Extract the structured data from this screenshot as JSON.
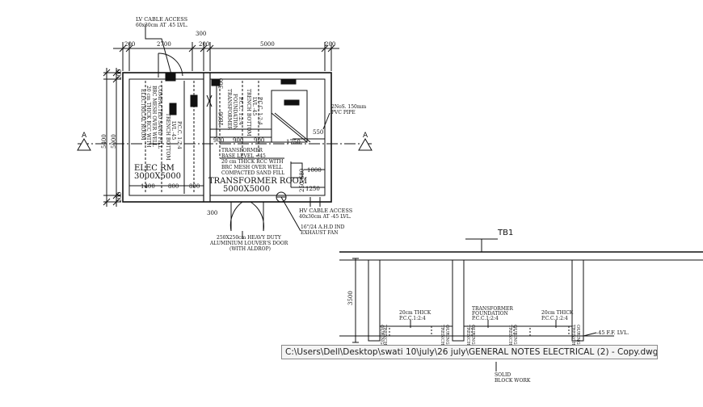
{
  "labels": {
    "lv_access": "LV CABLE ACCESS",
    "lv_access_size": "60x30cm AT .45 LVL.",
    "elec_rm": "ELEC RM",
    "elec_size": "3000X5000",
    "trans_room": "TRANSFORMER ROOM",
    "trans_size": "5000X5000",
    "hv_access": "HV CABLE ACCESS",
    "hv_access_size": "40x30cm AT -45 LVL.",
    "fan_l1": "16\"/24 A.H.D IND",
    "fan_l2": "EXHAUST FAN",
    "door_l1": "250X250cm HEAVY DUTY",
    "door_l2": "ALUMINIUM LOUVER'S DOOR",
    "door_l3": "(WITH ALDROP)",
    "pipe_l1": "2NoS. 150mm",
    "pipe_l2": "PVC PIPE",
    "tbase_l1": "TRANSFORMER",
    "tbase_l2": "BASE LEVEL =45",
    "tbase_l3": "20 cm THICK RCC WITH",
    "tbase_l4": "BRC MESH OVER WELL",
    "tbase_l5": "COMPACTED SAND FILL",
    "elec_floor": [
      "ELECTRICAL ROOM",
      "20 cm THICK RCC WITH",
      "BRC MESH OVER WELL",
      "COMPACTED SAND FILL"
    ],
    "trench_elec": [
      "TRENCH BOTTOM",
      "LVL -45",
      "P.C.C. 1:2:4"
    ],
    "trans_found": [
      "TRANSFORMER",
      "FOUNDATION",
      "P.C.C. 1:2:4"
    ],
    "trench_trans": [
      "TRENCH BOTTOM",
      "LVL -45",
      "P.C.C. 1:2:4"
    ],
    "section_a": "A",
    "tb1": "TB1",
    "sec_h": "3500",
    "sec_l1a": "20cm THICK",
    "sec_l1b": "P.C.C.1:2:4",
    "sec_l2a": "TRANSFORMER",
    "sec_l2b": "FOUNDATION",
    "sec_l2c": "P.C.C.1:2:4",
    "sec_l3a": "20cm THICK",
    "sec_l3b": "P.C.C.1:2:4",
    "trench_short": "TRENCH",
    "ouring": "OURING",
    "ff_lvl": "-45 F.F. LVL.",
    "solid_l1": "SOLID",
    "solid_l2": "BLOCK WORK"
  },
  "dims": {
    "top_200a": "200",
    "top_2700": "2700",
    "top_300": "300",
    "top_200b": "200",
    "top_5000": "5000",
    "top_200c": "200",
    "left_200a": "200",
    "left_5400": "5400",
    "left_5000": "5000",
    "left_200b": "200",
    "d1400": "1400",
    "d800a": "800",
    "d800b": "800",
    "d900a": "900",
    "d900b": "900",
    "d900c": "900",
    "d500": "500",
    "d1800": "1800",
    "d550": "550",
    "d1750": "1750",
    "d1000": "1000",
    "d250": "250",
    "d680": "680",
    "d1250": "1250",
    "d300": "300"
  },
  "tooltip": "C:\\Users\\Dell\\Desktop\\swati 10\\july\\26 july\\GENERAL NOTES ELECTRICAL (2) - Copy.dwg"
}
